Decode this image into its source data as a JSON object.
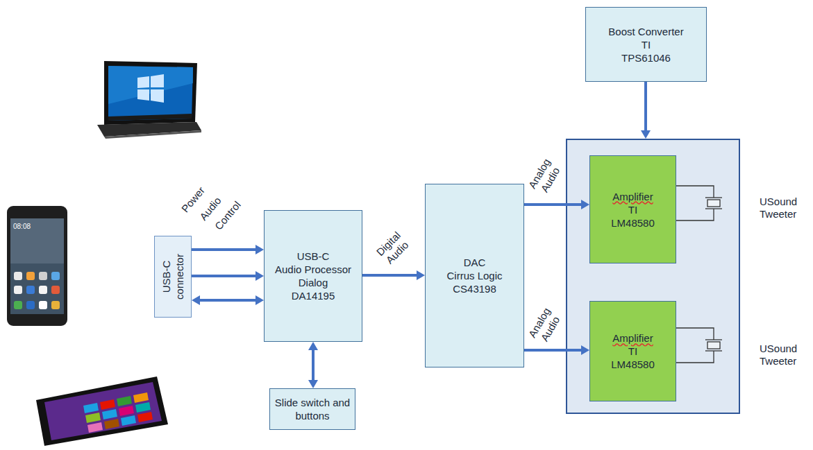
{
  "diagram": {
    "nodes": [
      {
        "text": [
          "USB-C connector"
        ]
      },
      {
        "text": [
          "USB-C",
          "Audio Processor",
          "Dialog",
          "DA14195"
        ]
      },
      {
        "text": [
          "Slide switch and buttons"
        ]
      },
      {
        "text": [
          "DAC",
          "Cirrus Logic",
          "CS43198"
        ]
      },
      {
        "text": [
          "Boost Converter",
          "TI",
          "TPS61046"
        ]
      },
      {
        "text": []
      },
      {
        "text": [
          "Amplifier",
          "TI",
          "LM48580"
        ],
        "in": 5
      },
      {
        "text": [
          "Amplifier",
          "TI",
          "LM48580"
        ],
        "in": 5
      }
    ],
    "edges": [
      {
        "from": 0,
        "to": 1,
        "arrow": "to"
      },
      {
        "from": 0,
        "to": 1,
        "arrow": "to"
      },
      {
        "from": 0,
        "to": 1,
        "arrow": "both"
      },
      {
        "from": 1,
        "to": 3,
        "label": "Digital Audio",
        "arrow": "to"
      },
      {
        "from": 1,
        "to": 2,
        "arrow": "both"
      },
      {
        "from": 3,
        "to": 6,
        "label": "Analog Audio",
        "arrow": "to"
      },
      {
        "from": 3,
        "to": 7,
        "label": "Analog Audio",
        "arrow": "to"
      },
      {
        "from": 4,
        "to": 5,
        "arrow": "to"
      }
    ],
    "labels": [
      "Power",
      "Audio",
      "Control",
      "USound Tweeter",
      "USound Tweeter",
      "08:08"
    ]
  }
}
